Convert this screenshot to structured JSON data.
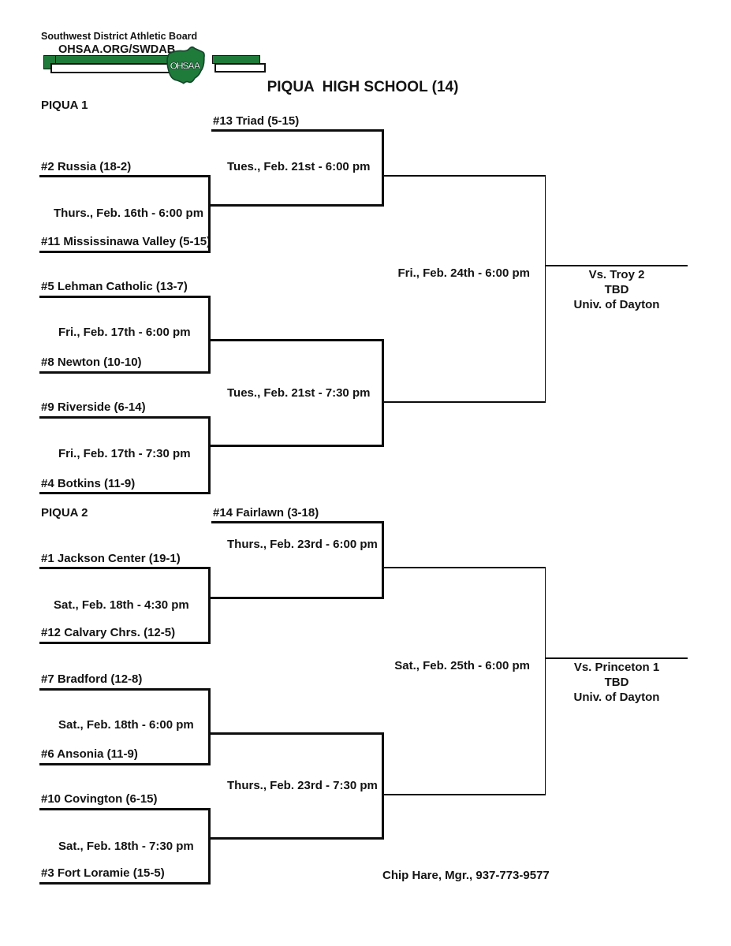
{
  "header": {
    "org_line1": "Southwest District Athletic Board",
    "org_line2": "OHSAA.ORG/SWDAB",
    "logo_text": "OHSAA",
    "title": "PIQUA  HIGH SCHOOL (14)"
  },
  "colors": {
    "brand_green": "#1e7b3a",
    "logo_outline": "#14452a"
  },
  "piqua1": {
    "label": "PIQUA 1",
    "teams": {
      "triad": "#13 Triad (5-15)",
      "russia": "#2 Russia (18-2)",
      "mississinawa": "#11 Mississinawa Valley (5-15)",
      "lehman": "#5 Lehman Catholic (13-7)",
      "newton": "#8 Newton (10-10)",
      "riverside": "#9 Riverside (6-14)",
      "botkins": "#4 Botkins (11-9)"
    },
    "games": {
      "r1_g1": "Thurs., Feb. 16th - 6:00 pm",
      "r1_g2": "Fri., Feb. 17th - 6:00 pm",
      "r1_g3": "Fri., Feb. 17th - 7:30 pm",
      "r2_g1": "Tues., Feb. 21st - 6:00 pm",
      "r2_g2": "Tues., Feb. 21st - 7:30 pm",
      "final": "Fri., Feb. 24th - 6:00 pm"
    },
    "advance": {
      "opponent": "Vs. Troy 2",
      "time": "TBD",
      "venue": "Univ. of Dayton"
    }
  },
  "piqua2": {
    "label": "PIQUA 2",
    "teams": {
      "fairlawn": "#14 Fairlawn (3-18)",
      "jackson_center": "#1 Jackson Center (19-1)",
      "calvary": "#12 Calvary Chrs. (12-5)",
      "bradford": "#7 Bradford (12-8)",
      "ansonia": "#6 Ansonia (11-9)",
      "covington": "#10 Covington (6-15)",
      "fort_loramie": "#3 Fort Loramie (15-5)"
    },
    "games": {
      "r1_g1": "Sat., Feb. 18th - 4:30 pm",
      "r1_g2": "Sat., Feb. 18th - 6:00 pm",
      "r1_g3": "Sat., Feb. 18th - 7:30 pm",
      "r2_g1": "Thurs., Feb. 23rd - 6:00 pm",
      "r2_g2": "Thurs., Feb. 23rd - 7:30 pm",
      "final": "Sat., Feb. 25th - 6:00 pm"
    },
    "advance": {
      "opponent": "Vs. Princeton 1",
      "time": "TBD",
      "venue": "Univ. of Dayton"
    }
  },
  "footer": {
    "manager": "Chip Hare, Mgr., 937-773-9577"
  }
}
